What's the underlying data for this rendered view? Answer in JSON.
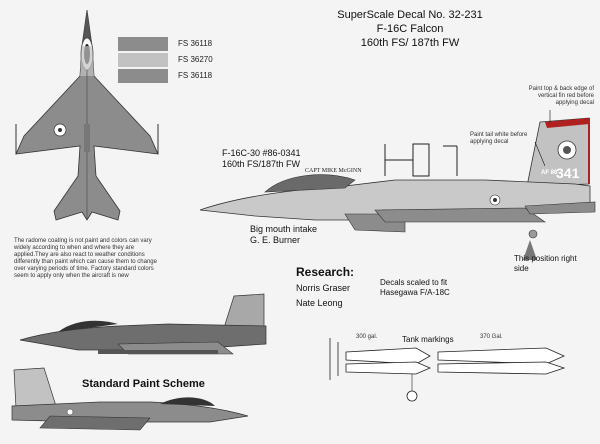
{
  "header": {
    "line1": "SuperScale Decal No. 32-231",
    "line2": "F-16C Falcon",
    "line3": "160th FS/ 187th FW"
  },
  "swatches": [
    {
      "label": "FS 36118",
      "color": "#8c8c8c"
    },
    {
      "label": "FS 36270",
      "color": "#c2c2c2"
    },
    {
      "label": "FS 36118",
      "color": "#8c8c8c"
    }
  ],
  "notes": {
    "radome": "The radome coating is not paint and colors can vary widely according to when and where they are applied.They are also react to weather conditions differently than paint which can cause them to change over varying periods of time. Factory standard colors seem to apply only when the aircraft is new",
    "fin": "Paint top & back edge of vertical fin red before applying decal",
    "tail": "Paint tail white before applying decal",
    "position": "This position right side",
    "intake_line1": "Big mouth intake",
    "intake_line2": "G. E. Burner"
  },
  "aircraft": {
    "id_line1": "F-16C-30 #86-0341",
    "id_line2": "160th FS/187th FW",
    "pilot": "CAPT MIKE McGINN",
    "tail_number": "341",
    "tail_code": "AF 86"
  },
  "research": {
    "title": "Research:",
    "names": [
      "Norris Graser",
      "Nate Leong"
    ]
  },
  "decal_note": {
    "line1": "Decals scaled to fit",
    "line2": "Hasegawa F/A-18C"
  },
  "scheme_title": "Standard Paint Scheme",
  "tanks": {
    "title": "Tank markings",
    "left": "300 gal.",
    "right": "370 Gal."
  },
  "colors": {
    "dark_gray": "#6e6e6e",
    "medium_gray": "#8c8c8c",
    "light_gray": "#c2c2c2",
    "fin_red": "#b02020"
  }
}
